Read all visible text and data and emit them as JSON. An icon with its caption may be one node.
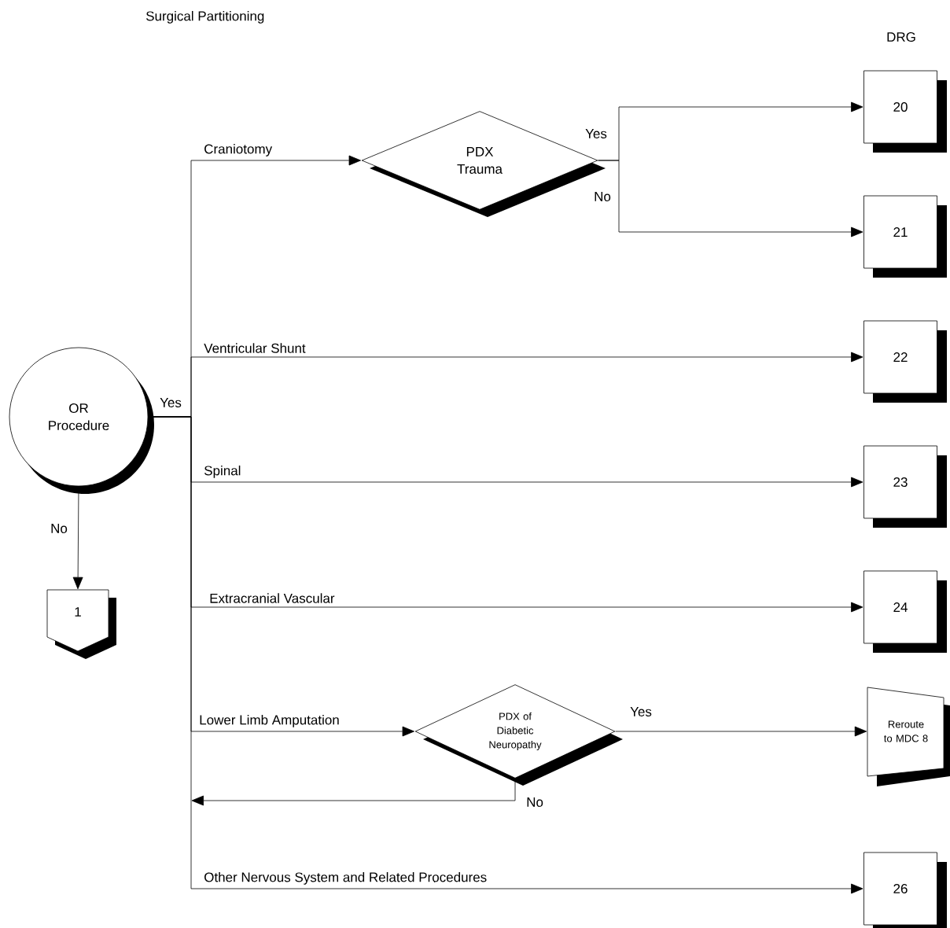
{
  "diagram": {
    "title": "Surgical Partitioning",
    "nodes": [
      {
        "text": [
          "OR Procedure"
        ]
      },
      {
        "text": [
          "1"
        ]
      },
      {
        "text": [
          "PDX Trauma"
        ]
      },
      {
        "text": [
          "20"
        ]
      },
      {
        "text": [
          "21"
        ]
      },
      {
        "text": [
          "22"
        ]
      },
      {
        "text": [
          "23"
        ]
      },
      {
        "text": [
          "24"
        ]
      },
      {
        "text": [
          "PDX of Diabetic Neuropathy"
        ]
      },
      {
        "text": [
          "Reroute to MDC 8"
        ]
      },
      {
        "text": [
          "26"
        ]
      }
    ],
    "edges": [
      {
        "from": 0,
        "to": 1,
        "arrow": "to",
        "label": "No"
      },
      {
        "from": 0,
        "to": 2,
        "arrow": "to",
        "label": "Craniotomy"
      },
      {
        "from": 2,
        "to": 3,
        "arrow": "to",
        "label": "Yes"
      },
      {
        "from": 2,
        "to": 4,
        "arrow": "to",
        "label": "No"
      },
      {
        "from": 0,
        "to": 5,
        "arrow": "to",
        "label": "Ventricular Shunt"
      },
      {
        "from": 0,
        "to": 6,
        "arrow": "to",
        "label": "Spinal"
      },
      {
        "from": 0,
        "to": 7,
        "arrow": "to",
        "label": "Extracranial Vascular"
      },
      {
        "from": 0,
        "to": 8,
        "arrow": "to",
        "label": "Lower Limb Amputation"
      },
      {
        "from": 8,
        "to": 9,
        "arrow": "to",
        "label": "Yes"
      },
      {
        "from": 8,
        "to": null,
        "arrow": "to",
        "label": "No"
      },
      {
        "from": 0,
        "to": 10,
        "arrow": "to",
        "label": "Other Nervous System and Related Procedures"
      }
    ],
    "labels": [
      "DRG",
      "Yes"
    ]
  }
}
